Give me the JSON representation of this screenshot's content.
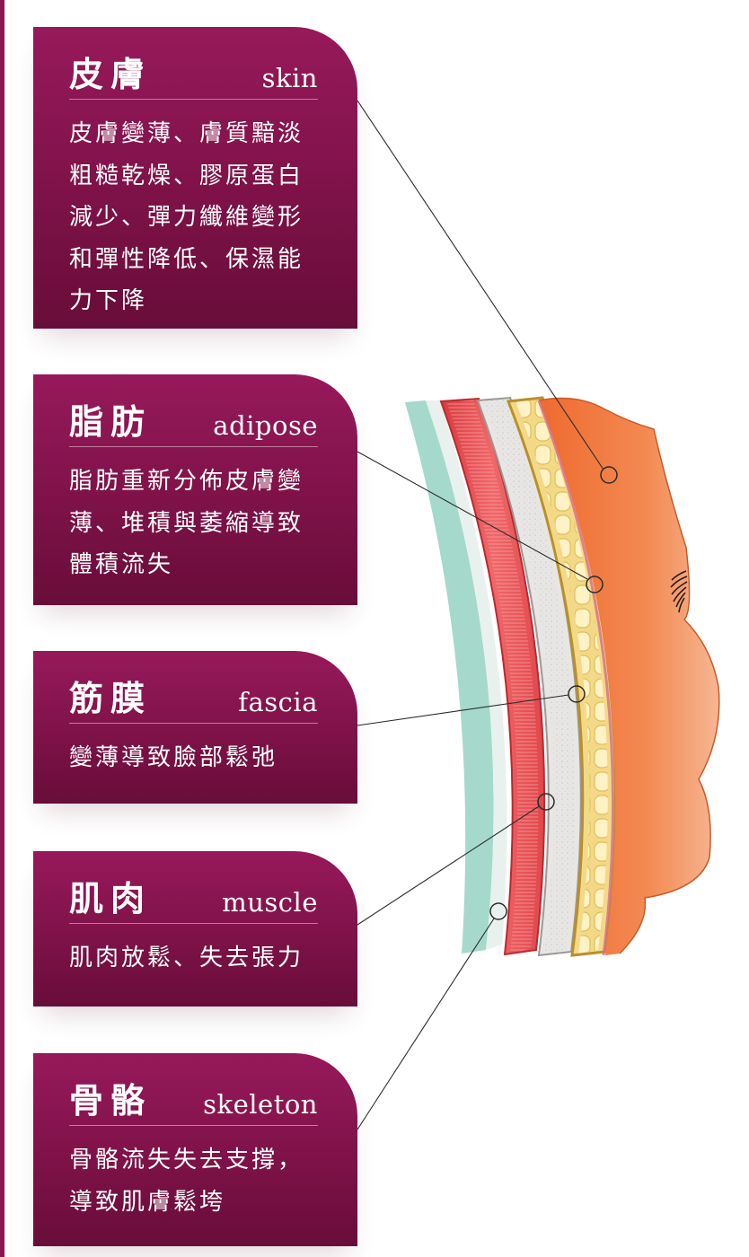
{
  "layers": [
    {
      "title": "皮膚",
      "subtitle": "skin",
      "description": "皮膚變薄、膚質黯淡\n粗糙乾燥、膠原蛋白\n減少、彈力纖維變形\n和彈性降低、保濕能\n力下降"
    },
    {
      "title": "脂肪",
      "subtitle": "adipose",
      "description": "脂肪重新分佈皮膚變\n薄、堆積與萎縮導致\n體積流失"
    },
    {
      "title": "筋膜",
      "subtitle": "fascia",
      "description": "變薄導致臉部鬆弛"
    },
    {
      "title": "肌肉",
      "subtitle": "muscle",
      "description": "肌肉放鬆、失去張力"
    },
    {
      "title": "骨骼",
      "subtitle": "skeleton",
      "description": "骨骼流失失去支撐，\n導致肌膚鬆垮"
    }
  ],
  "colors": {
    "card": "#8a1652",
    "skin": "#f07a3e",
    "adipose": "#f4dc8a",
    "fascia": "#e2e2e2",
    "muscle": "#e8474c",
    "skeleton": "#a9dccf"
  }
}
